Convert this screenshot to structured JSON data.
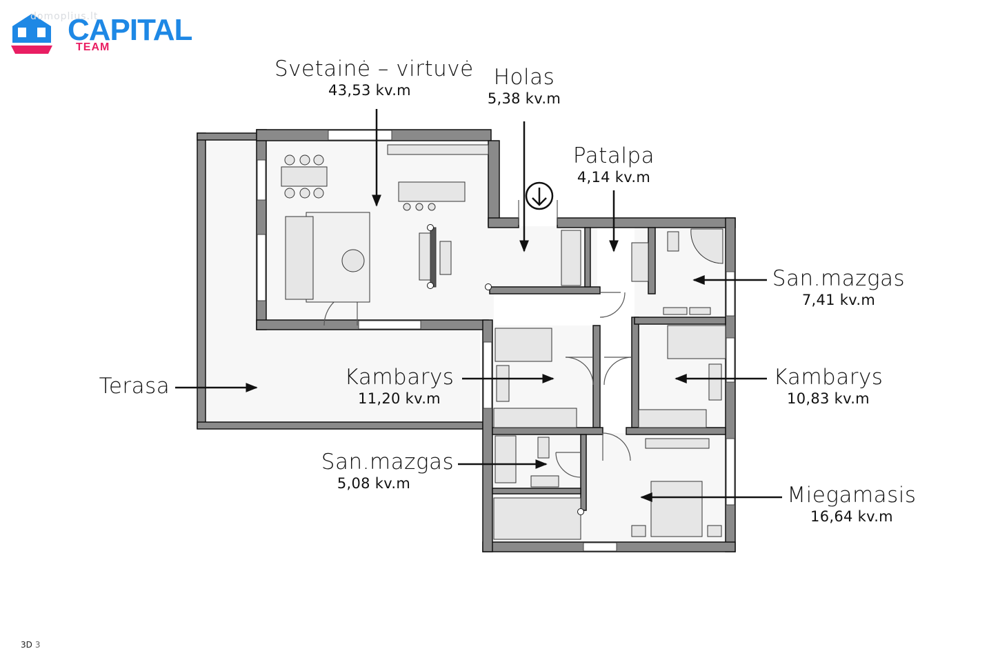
{
  "brand": {
    "name": "CAPITAL",
    "subtitle": "TEAM",
    "colors": {
      "blue": "#1e88e5",
      "pink": "#e91e63"
    }
  },
  "watermark": "domoplius.lt",
  "rooms": {
    "living_kitchen": {
      "name": "Svetainė – virtuvė",
      "area": "43,53 kv.m"
    },
    "hall": {
      "name": "Holas",
      "area": "5,38 kv.m"
    },
    "storage": {
      "name": "Patalpa",
      "area": "4,14 kv.m"
    },
    "bath_right": {
      "name": "San.mazgas",
      "area": "7,41 kv.m"
    },
    "terrace": {
      "name": "Terasa"
    },
    "room_left": {
      "name": "Kambarys",
      "area": "11,20 kv.m"
    },
    "room_right": {
      "name": "Kambarys",
      "area": "10,83 kv.m"
    },
    "bath_left": {
      "name": "San.mazgas",
      "area": "5,08 kv.m"
    },
    "bedroom": {
      "name": "Miegamasis",
      "area": "16,64 kv.m"
    }
  },
  "entrance_icon": "arrow-down-circle-icon",
  "view_tag": {
    "mode": "3D",
    "number": "3"
  }
}
